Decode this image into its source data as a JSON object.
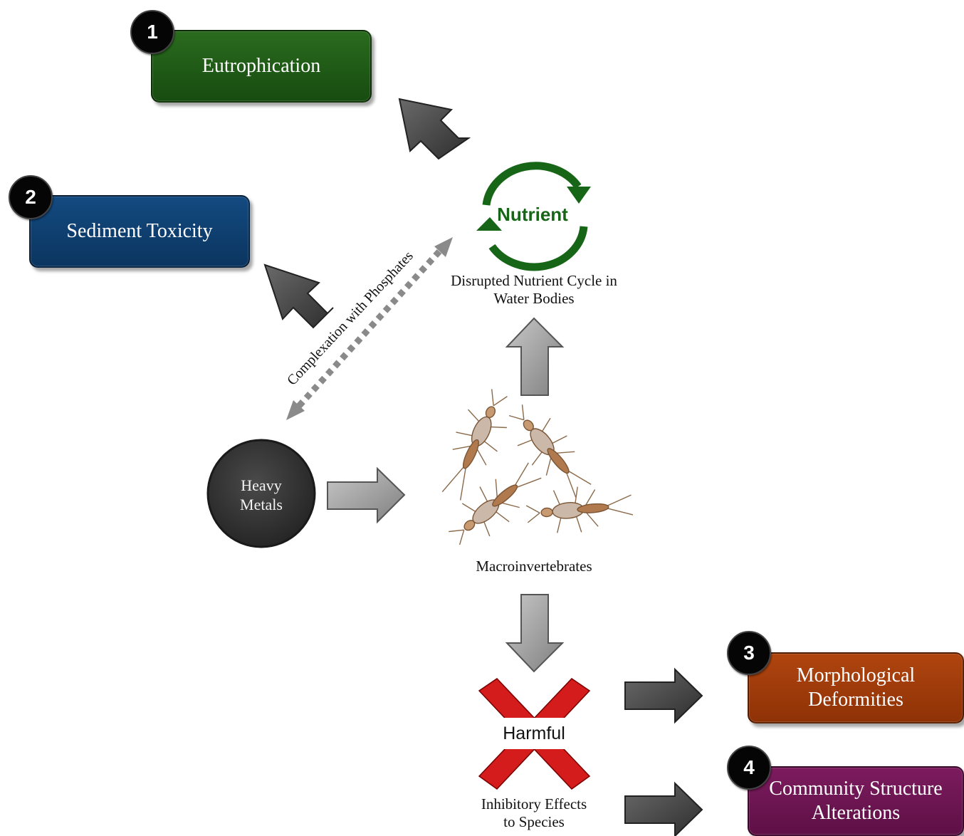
{
  "badges": {
    "b1": "1",
    "b2": "2",
    "b3": "3",
    "b4": "4"
  },
  "boxes": {
    "eutrophication": "Eutrophication",
    "sediment_toxicity": "Sediment Toxicity",
    "morphological_line1": "Morphological",
    "morphological_line2": "Deformities",
    "community_line1": "Community Structure",
    "community_line2": "Alterations"
  },
  "nutrient_cycle": {
    "icon_text": "Nutrient",
    "caption_line1": "Disrupted Nutrient Cycle in",
    "caption_line2": "Water Bodies"
  },
  "heavy_metals": {
    "line1": "Heavy",
    "line2": "Metals"
  },
  "macroinvertebrates_label": "Macroinvertebrates",
  "complexation_label": "Complexation with Phosphates",
  "harmful": {
    "icon_text": "Harmful",
    "caption_line1": "Inhibitory Effects",
    "caption_line2": "to Species"
  },
  "colors": {
    "eutrophication": "#1e5a14",
    "sediment_toxicity": "#0e3f6e",
    "morphological": "#a33a0a",
    "community": "#6e1553",
    "heavy_metals": "#3a3a3a",
    "nutrient_green": "#176617",
    "harmful_red": "#d41c1c",
    "dark_arrow": "#3e3e3e",
    "light_arrow": "#9c9c9c"
  }
}
